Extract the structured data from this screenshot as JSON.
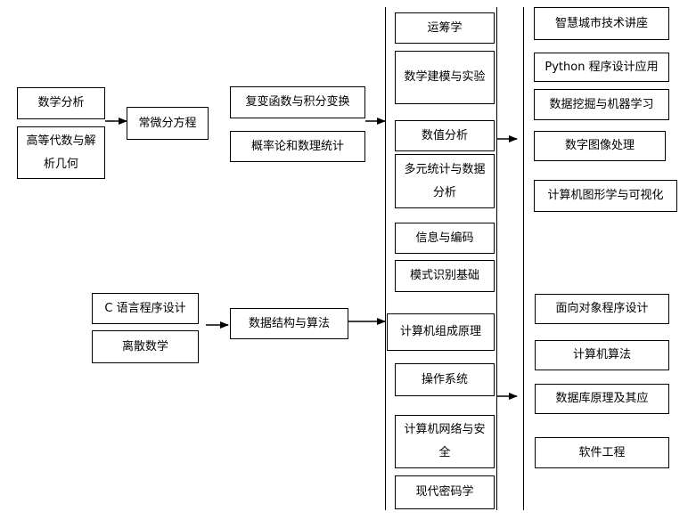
{
  "diagram": {
    "colors": {
      "line": "#000000",
      "box_bg": "#ffffff",
      "text": "#000000"
    },
    "left_top": [
      {
        "label": "数学分析"
      },
      {
        "label": "高等代数与解析几何"
      }
    ],
    "mid_top": {
      "label": "常微分方程"
    },
    "second_top": [
      {
        "label": "复变函数与积分变换"
      },
      {
        "label": "概率论和数理统计"
      }
    ],
    "left_bottom": [
      {
        "label": "C 语言程序设计"
      },
      {
        "label": "离散数学"
      }
    ],
    "second_bottom": {
      "label": "数据结构与算法"
    },
    "center": [
      {
        "label": "运筹学"
      },
      {
        "label": "数学建模与实验"
      },
      {
        "label": "数值分析"
      },
      {
        "label": "多元统计与数据分析"
      },
      {
        "label": "信息与编码"
      },
      {
        "label": "模式识别基础"
      },
      {
        "label": "计算机组成原理"
      },
      {
        "label": "操作系统"
      },
      {
        "label": "计算机网络与安全"
      },
      {
        "label": "现代密码学"
      }
    ],
    "right_top": [
      {
        "label": "智慧城市技术讲座"
      },
      {
        "label": "Python 程序设计应用"
      },
      {
        "label": "数据挖掘与机器学习"
      },
      {
        "label": "数字图像处理"
      },
      {
        "label": "计算机图形学与可视化"
      }
    ],
    "right_bottom": [
      {
        "label": "面向对象程序设计"
      },
      {
        "label": "计算机算法"
      },
      {
        "label": "数据库原理及其应"
      },
      {
        "label": "软件工程"
      }
    ]
  }
}
